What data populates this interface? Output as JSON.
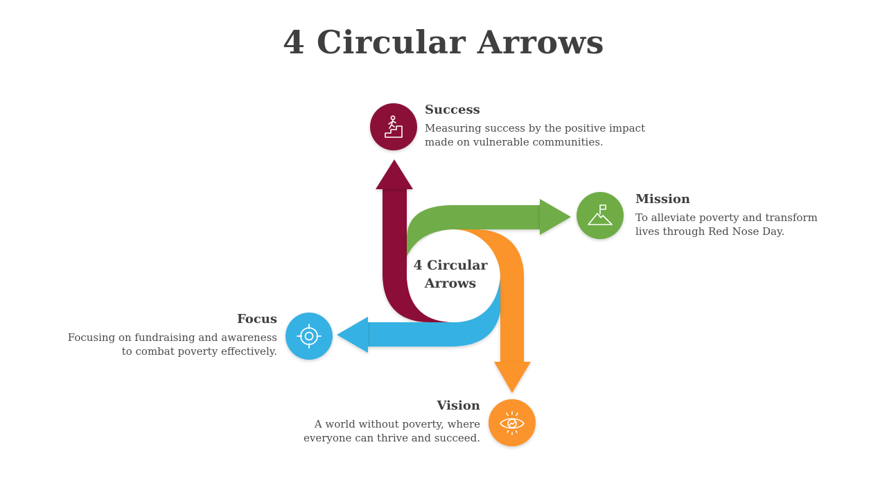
{
  "title": "4 Circular Arrows",
  "center_label_line1": "4 Circular",
  "center_label_line2": "Arrows",
  "colors": {
    "success": "#8b1038",
    "mission": "#6fac46",
    "vision": "#fb942c",
    "focus": "#36b1e3"
  },
  "items": [
    {
      "key": "success",
      "heading": "Success",
      "line1": "Measuring success by the positive impact",
      "line2": "made on vulnerable communities.",
      "icon": "stairs-climber-icon"
    },
    {
      "key": "mission",
      "heading": "Mission",
      "line1": "To alleviate poverty and transform",
      "line2": "lives through Red Nose Day.",
      "icon": "mountain-flag-icon"
    },
    {
      "key": "focus",
      "heading": "Focus",
      "line1": "Focusing on fundraising and awareness",
      "line2": "to combat poverty effectively.",
      "icon": "target-icon"
    },
    {
      "key": "vision",
      "heading": "Vision",
      "line1": "A world without poverty, where",
      "line2": "everyone can thrive and succeed.",
      "icon": "eye-icon"
    }
  ]
}
